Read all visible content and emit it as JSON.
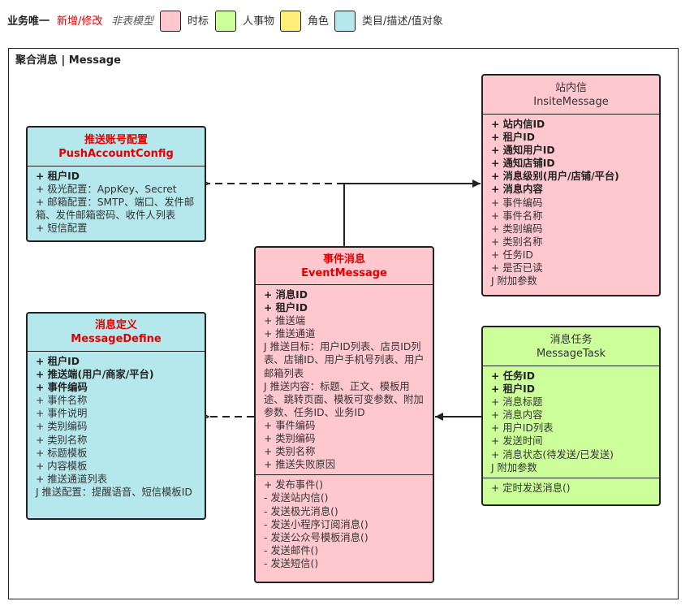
{
  "legend": {
    "business_unique": "业务唯一",
    "new_modified": "新增/修改",
    "non_table_model": "非表模型",
    "items": [
      {
        "label": "时标",
        "color": "#ffc7ce"
      },
      {
        "label": "人事物",
        "color": "#ccff99"
      },
      {
        "label": "角色",
        "color": "#ffee77"
      },
      {
        "label": "类目/描述/值对象",
        "color": "#b4e8ec"
      }
    ]
  },
  "frame": {
    "title": "聚合消息 | Message"
  },
  "colors": {
    "pink": "#ffc7ce",
    "green": "#ccff99",
    "yellow": "#ffee77",
    "cyan": "#b4e8ec",
    "red_text": "#e00000"
  },
  "boxes": {
    "push_account": {
      "title_cn": "推送账号配置",
      "title_en": "PushAccountConfig",
      "fields": [
        "+ 租户ID",
        "+ 极光配置：AppKey、Secret",
        "+ 邮箱配置：SMTP、端口、发件邮箱、发件邮箱密码、收件人列表",
        "+ 短信配置"
      ]
    },
    "insite": {
      "title_cn": "站内信",
      "title_en": "InsiteMessage",
      "fields": [
        "+ 站内信ID",
        "+ 租户ID",
        "+ 通知用户ID",
        "+ 通知店铺ID",
        "+ 消息级别(用户/店铺/平台)",
        "+ 消息内容",
        "+ 事件编码",
        "+ 事件名称",
        "+ 类别编码",
        "+ 类别名称",
        "+ 任务ID",
        "+ 是否已读",
        "J 附加参数"
      ]
    },
    "event": {
      "title_cn": "事件消息",
      "title_en": "EventMessage",
      "fields": [
        "+ 消息ID",
        "+ 租户ID",
        "+ 推送端",
        "+ 推送通道",
        "J 推送目标：用户ID列表、店员ID列表、店铺ID、用户手机号列表、用户邮箱列表",
        "J 推送内容：标题、正文、模板用途、跳转页面、模板可变参数、附加参数、任务ID、业务ID",
        "+ 事件编码",
        "+ 类别编码",
        "+ 类别名称",
        "+ 推送失败原因"
      ],
      "methods": [
        "+ 发布事件()",
        "- 发送站内信()",
        "- 发送极光消息()",
        "- 发送小程序订阅消息()",
        "- 发送公众号模板消息()",
        "- 发送邮件()",
        "- 发送短信()"
      ]
    },
    "define": {
      "title_cn": "消息定义",
      "title_en": "MessageDefine",
      "fields": [
        "+ 租户ID",
        "+ 推送端(用户/商家/平台)",
        "+ 事件编码",
        "+ 事件名称",
        "+ 事件说明",
        "+ 类别编码",
        "+ 类别名称",
        "+ 标题模板",
        "+ 内容模板",
        "+ 推送通道列表",
        "J 推送配置：提醒语音、短信模板ID"
      ]
    },
    "task": {
      "title_cn": "消息任务",
      "title_en": "MessageTask",
      "fields": [
        "+ 任务ID",
        "+ 租户ID",
        "+ 消息标题",
        "+ 消息内容",
        "+ 用户ID列表",
        "+ 发送时间",
        "+ 消息状态(待发送/已发送)",
        "J 附加参数"
      ],
      "methods": [
        "+ 定时发送消息()"
      ]
    }
  }
}
